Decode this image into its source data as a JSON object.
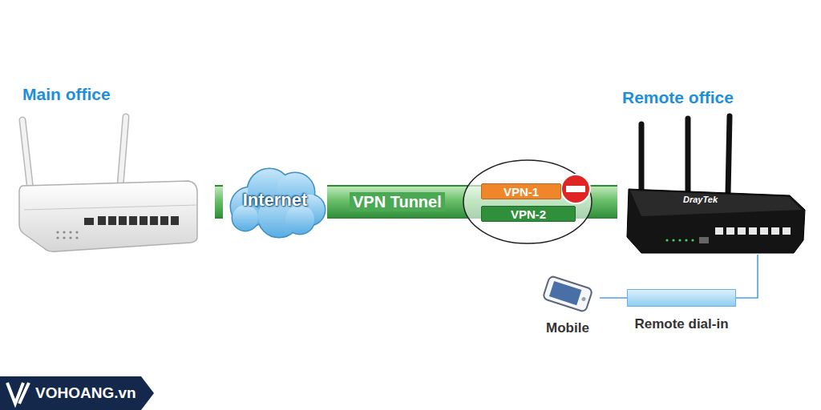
{
  "diagram": {
    "nodes": [
      {
        "text": [
          "Main office"
        ]
      },
      {
        "text": [
          "Internet"
        ]
      },
      {
        "text": [
          "VPN-1"
        ]
      },
      {
        "text": [
          "VPN-2"
        ]
      },
      {
        "text": [
          "Remote office"
        ]
      },
      {
        "text": [
          "Mobile"
        ]
      },
      {
        "text": [
          "Remote dial-in"
        ]
      }
    ],
    "edges": [
      {
        "from": 0,
        "to": 1,
        "arrow": "none"
      },
      {
        "from": 1,
        "to": 4,
        "label": "VPN Tunnel",
        "arrow": "none"
      },
      {
        "from": 5,
        "to": 6,
        "arrow": "none"
      },
      {
        "from": 6,
        "to": 4,
        "arrow": "none"
      }
    ],
    "labels": [
      "DrayTek",
      "VOHOANG.vn"
    ]
  }
}
